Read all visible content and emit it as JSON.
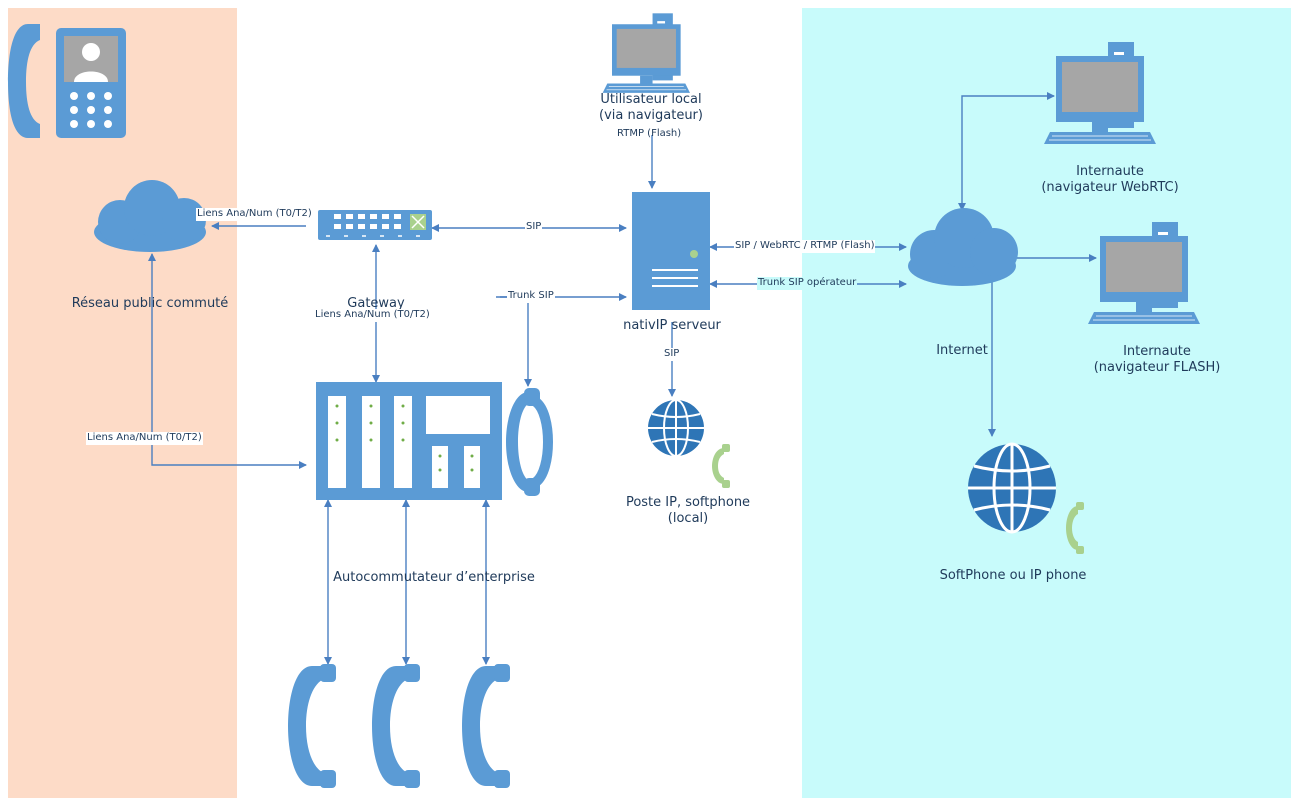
{
  "zones": {
    "pstn": {
      "color": "#fddbc7"
    },
    "internet": {
      "color": "#c8fbfb"
    }
  },
  "colors": {
    "icon_blue": "#5b9bd5",
    "icon_dark": "#2e75b6",
    "screen_gray": "#a6a6a6",
    "handset_green": "#a9d18e",
    "text": "#1f3a5a"
  },
  "nodes": {
    "local_user": {
      "line1": "Utilisateur local",
      "line2": "(via navigateur)",
      "icon": "desktop-computer-icon"
    },
    "nativip_server": {
      "label": "nativIP serveur",
      "icon": "server-tower-icon"
    },
    "gateway": {
      "label": "Gateway",
      "icon": "gateway-switch-icon"
    },
    "pstn": {
      "label": "Réseau public commuté",
      "icon": "cloud-icon"
    },
    "pbx": {
      "label": "Autocommutateur d’enterprise",
      "icon": "pbx-rack-icon"
    },
    "ip_phone_local": {
      "line1": "Poste IP, softphone",
      "line2": "(local)",
      "icon": "globe-phone-icon"
    },
    "internet": {
      "label": "Internet",
      "icon": "cloud-icon"
    },
    "webrtc_user": {
      "line1": "Internaute",
      "line2": "(navigateur WebRTC)",
      "icon": "desktop-computer-icon"
    },
    "flash_user": {
      "line1": "Internaute",
      "line2": "(navigateur FLASH)",
      "icon": "desktop-computer-icon"
    },
    "softphone_remote": {
      "label": "SoftPhone ou IP phone",
      "icon": "globe-phone-icon"
    }
  },
  "links": {
    "rtmp_flash": "RTMP (Flash)",
    "sip_gateway": "SIP",
    "sip_internet": "SIP / WebRTC / RTMP (Flash)",
    "trunk_sip_operator": "Trunk SIP opérateur",
    "trunk_sip": "Trunk SIP",
    "sip_local": "SIP",
    "gateway_pstn": "Liens Ana/Num (T0/T2)",
    "gateway_pbx": "Liens Ana/Num (T0/T2)",
    "pstn_pbx": "Liens Ana/Num (T0/T2)"
  }
}
